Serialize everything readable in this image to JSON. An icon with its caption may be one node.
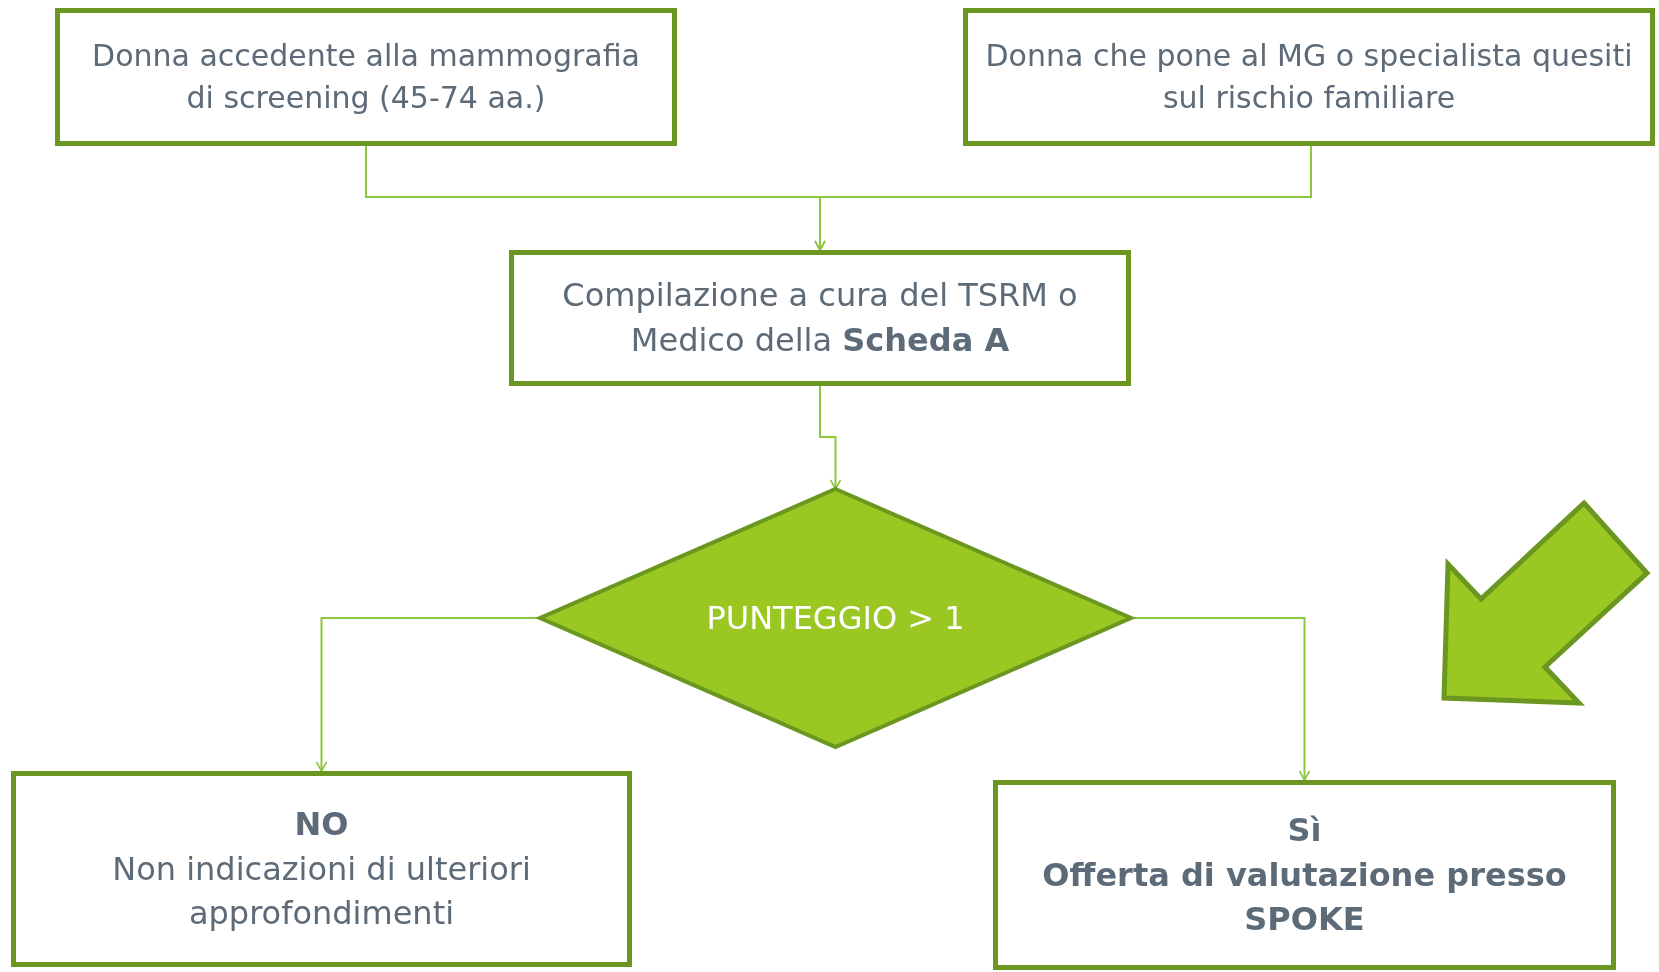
{
  "diagram": {
    "nodes": [
      {
        "text": [
          "Donna accedente alla mammografia di screening (45-74 aa.)"
        ]
      },
      {
        "text": [
          "Donna che pone al MG o specialista quesiti sul rischio familiare"
        ]
      },
      {
        "text": [
          "Compilazione a cura del TSRM o Medico della **Scheda A**"
        ]
      },
      {
        "text": [
          "PUNTEGGIO > 1"
        ]
      },
      {
        "text": [
          "NO",
          "Non indicazioni di ulteriori approfondimenti"
        ]
      },
      {
        "text": [
          "Sì",
          "Offerta di valutazione presso SPOKE"
        ]
      }
    ],
    "edges": [
      {
        "from": 0,
        "to": 2,
        "arrow": "to"
      },
      {
        "from": 1,
        "to": 2,
        "arrow": "to"
      },
      {
        "from": 2,
        "to": 3,
        "arrow": "to"
      },
      {
        "from": 3,
        "to": 4,
        "arrow": "to"
      },
      {
        "from": 3,
        "to": 5,
        "arrow": "to"
      }
    ]
  }
}
